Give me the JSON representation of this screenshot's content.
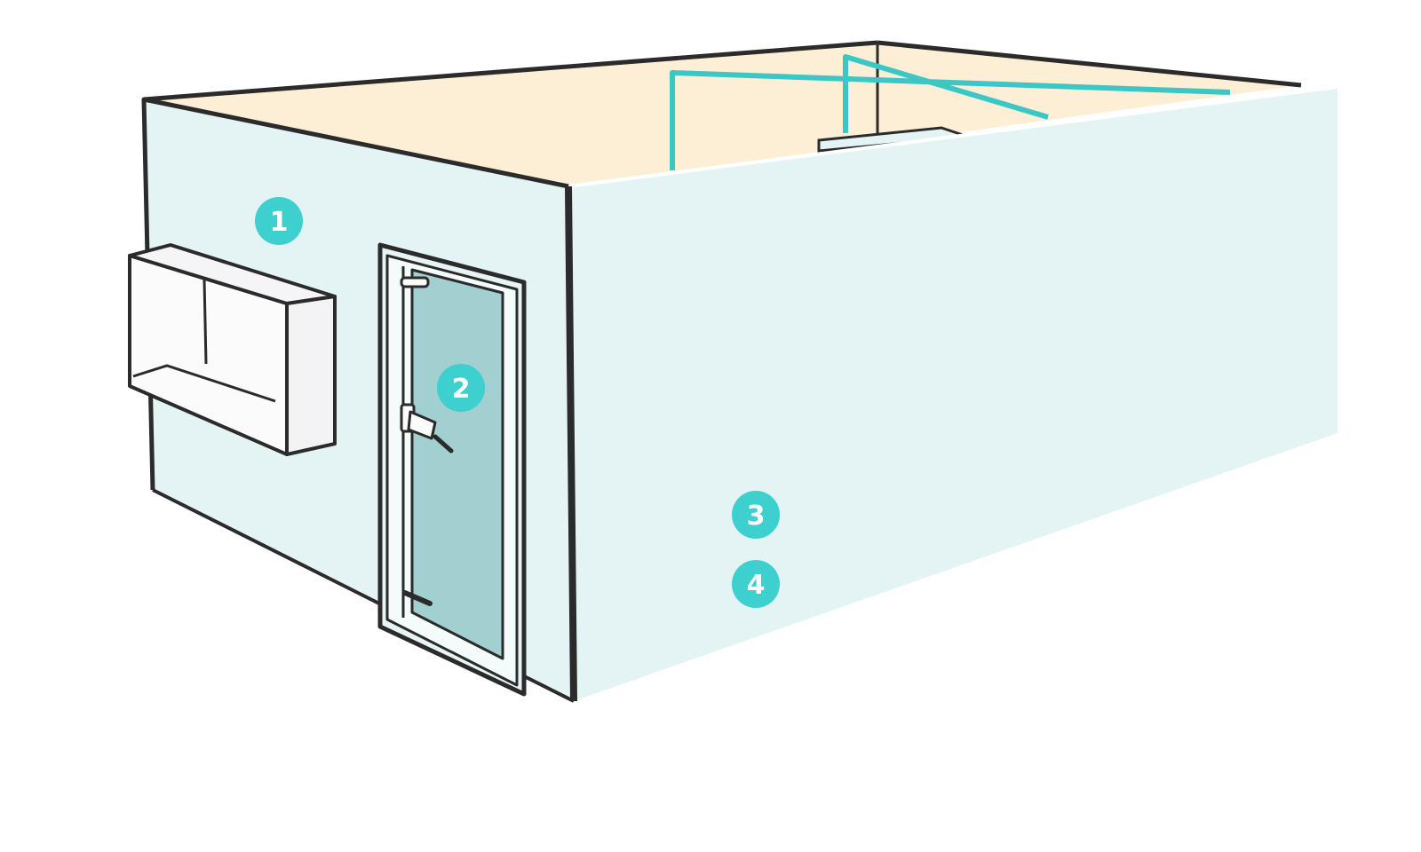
{
  "colors": {
    "wall": "#e4f4f4",
    "floor": "#fdefd6",
    "outline": "#2b2b2b",
    "pipe": "#3cc6c6",
    "marker": "#3ecfcf",
    "marker_text": "#ffffff",
    "door_glass": "#a2cfcf",
    "unit_face": "#fbfbfc"
  },
  "markers": [
    {
      "label": "1",
      "name": "marker-1"
    },
    {
      "label": "2",
      "name": "marker-2"
    },
    {
      "label": "3",
      "name": "marker-3"
    },
    {
      "label": "4",
      "name": "marker-4"
    }
  ]
}
